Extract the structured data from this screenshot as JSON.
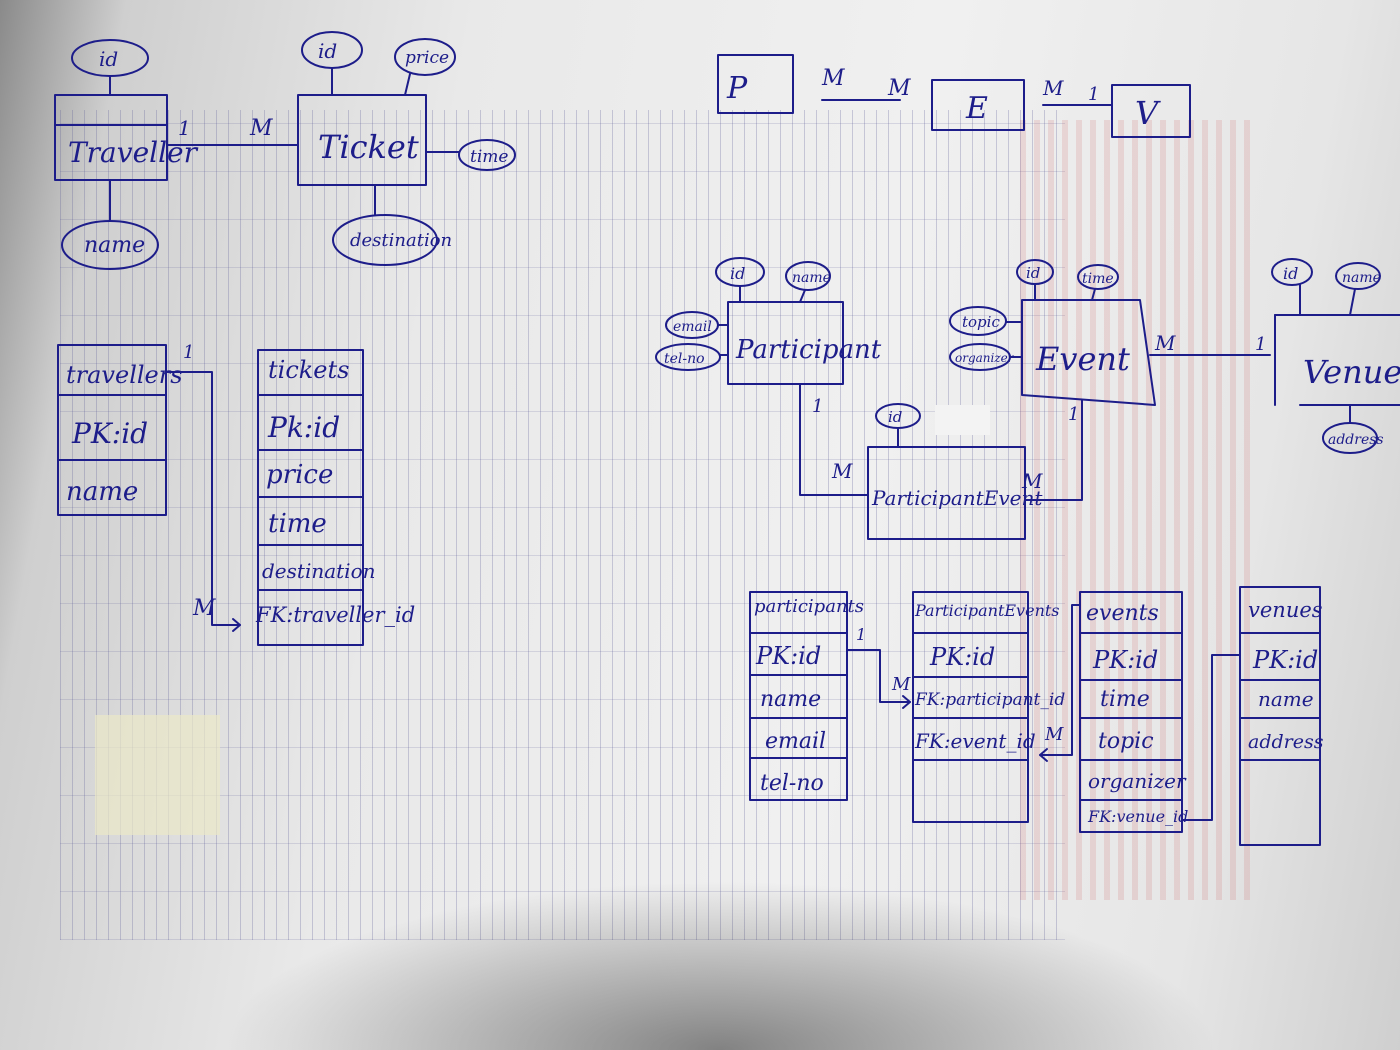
{
  "top_diagram": {
    "traveller": {
      "label": "Traveller",
      "attrs": [
        "id",
        "name"
      ]
    },
    "ticket": {
      "label": "Ticket",
      "attrs": [
        "id",
        "price",
        "time",
        "destination"
      ]
    },
    "rel_left": "1",
    "rel_right": "M"
  },
  "summary": {
    "p": "P",
    "m1": "M",
    "m2": "M",
    "e": "E",
    "m3": "M",
    "one": "1",
    "v": "V"
  },
  "tables_left": {
    "travellers": {
      "title": "travellers",
      "rows": [
        "PK:id",
        "name"
      ]
    },
    "tickets": {
      "title": "tickets",
      "rows": [
        "Pk:id",
        "price",
        "time",
        "destination",
        "FK:traveller_id"
      ]
    },
    "card_one": "1",
    "card_many": "M"
  },
  "er_right": {
    "participant": {
      "label": "Participant",
      "attrs": [
        "id",
        "name",
        "email",
        "tel-no"
      ]
    },
    "event": {
      "label": "Event",
      "attrs": [
        "id",
        "time",
        "topic",
        "organizer"
      ]
    },
    "venue": {
      "label": "Venue",
      "attrs": [
        "id",
        "name",
        "address"
      ]
    },
    "participant_event": {
      "label": "ParticipantEvent",
      "attrs": [
        "id"
      ]
    },
    "card_pe_one": "1",
    "card_pe_many": "M",
    "card_ev_many": "M",
    "card_ev_one": "1",
    "card_ev_pe_many": "M",
    "card_ev_pe_one": "1"
  },
  "tables_right": {
    "participants": {
      "title": "participants",
      "rows": [
        "PK:id",
        "name",
        "email",
        "tel-no"
      ]
    },
    "participant_events": {
      "title": "ParticipantEvents",
      "rows": [
        "PK:id",
        "FK:participant_id",
        "FK:event_id"
      ]
    },
    "events": {
      "title": "events",
      "rows": [
        "PK:id",
        "time",
        "topic",
        "organizer",
        "FK:venue_id"
      ]
    },
    "venues": {
      "title": "venues",
      "rows": [
        "PK:id",
        "name",
        "address"
      ]
    },
    "card_p_one": "1",
    "card_p_many": "M",
    "card_e_many": "M"
  }
}
